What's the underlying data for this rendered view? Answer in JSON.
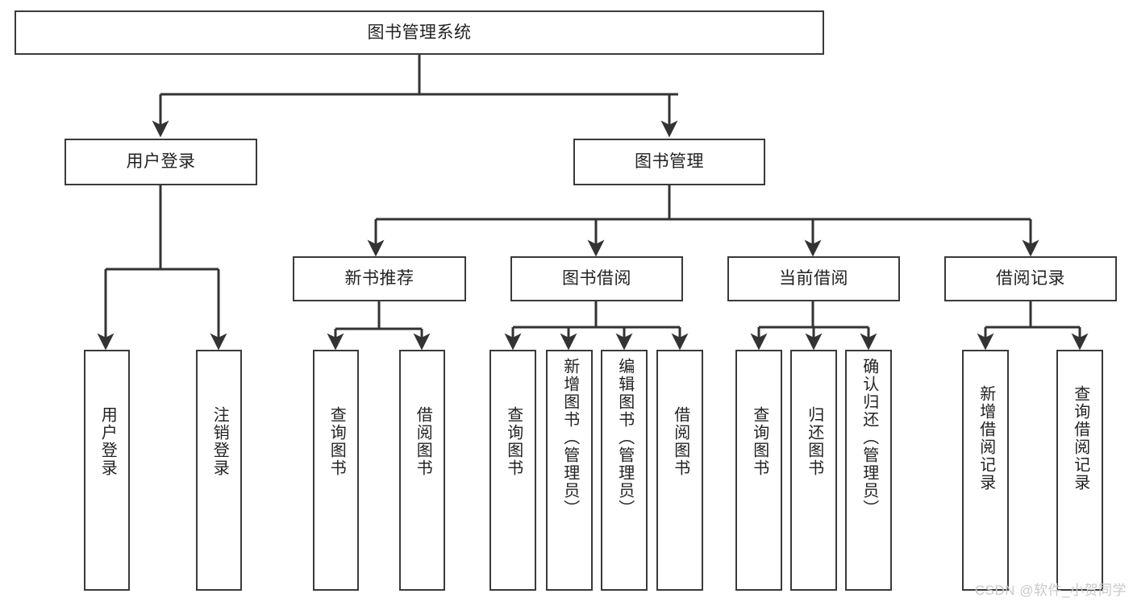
{
  "diagram": {
    "title": "图书管理系统",
    "type": "hierarchy-tree",
    "watermark": "CSDN @软件_小贺同学",
    "colors": {
      "box_border": "#3a3a3a",
      "box_fill": "#ffffff",
      "connector": "#333333",
      "text": "#222222",
      "watermark": "#c9c9c9"
    },
    "root": {
      "label": "图书管理系统"
    },
    "level2": [
      {
        "label": "用户登录"
      },
      {
        "label": "图书管理"
      }
    ],
    "level3": [
      {
        "label": "新书推荐"
      },
      {
        "label": "图书借阅"
      },
      {
        "label": "当前借阅"
      },
      {
        "label": "借阅记录"
      }
    ],
    "leaves": {
      "user_login": [
        {
          "label": "用户登录"
        },
        {
          "label": "注销登录"
        }
      ],
      "new_book_recommend": [
        {
          "label": "查询图书"
        },
        {
          "label": "借阅图书"
        }
      ],
      "book_borrow": [
        {
          "label": "查询图书"
        },
        {
          "label": "新增图书（管理员）"
        },
        {
          "label": "编辑图书（管理员）"
        },
        {
          "label": "借阅图书"
        }
      ],
      "current_borrow": [
        {
          "label": "查询图书"
        },
        {
          "label": "归还图书"
        },
        {
          "label": "确认归还（管理员）"
        }
      ],
      "borrow_record": [
        {
          "label": "新增借阅记录"
        },
        {
          "label": "查询借阅记录"
        }
      ]
    }
  }
}
